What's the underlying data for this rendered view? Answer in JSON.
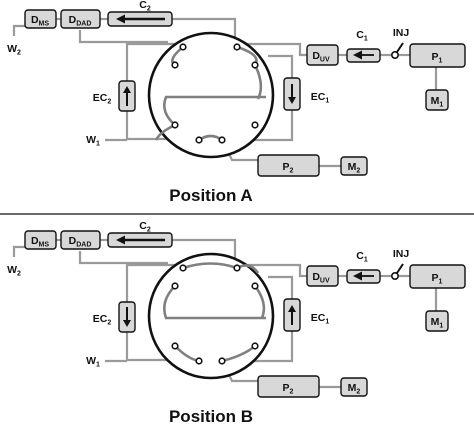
{
  "positions": [
    {
      "title": "Position A",
      "ec2_arrow": "up",
      "ec1_arrow": "down",
      "labels": {
        "dms": {
          "main": "D",
          "sub": "MS"
        },
        "ddad": {
          "main": "D",
          "sub": "DAD"
        },
        "c2": {
          "main": "C",
          "sub": "2"
        },
        "w2": {
          "main": "W",
          "sub": "2"
        },
        "c1": {
          "main": "C",
          "sub": "1"
        },
        "inj": "INJ",
        "duv": {
          "main": "D",
          "sub": "UV"
        },
        "p1": {
          "main": "P",
          "sub": "1"
        },
        "m1": {
          "main": "M",
          "sub": "1"
        },
        "ec2": {
          "main": "EC",
          "sub": "2"
        },
        "ec1": {
          "main": "EC",
          "sub": "1"
        },
        "w1": {
          "main": "W",
          "sub": "1"
        },
        "p2": {
          "main": "P",
          "sub": "2"
        },
        "m2": {
          "main": "M",
          "sub": "2"
        }
      }
    },
    {
      "title": "Position B",
      "ec2_arrow": "down",
      "ec1_arrow": "up",
      "labels": {
        "dms": {
          "main": "D",
          "sub": "MS"
        },
        "ddad": {
          "main": "D",
          "sub": "DAD"
        },
        "c2": {
          "main": "C",
          "sub": "2"
        },
        "w2": {
          "main": "W",
          "sub": "2"
        },
        "c1": {
          "main": "C",
          "sub": "1"
        },
        "inj": "INJ",
        "duv": {
          "main": "D",
          "sub": "UV"
        },
        "p1": {
          "main": "P",
          "sub": "1"
        },
        "m1": {
          "main": "M",
          "sub": "1"
        },
        "ec2": {
          "main": "EC",
          "sub": "2"
        },
        "ec1": {
          "main": "EC",
          "sub": "1"
        },
        "w1": {
          "main": "W",
          "sub": "1"
        },
        "p2": {
          "main": "P",
          "sub": "2"
        },
        "m2": {
          "main": "M",
          "sub": "2"
        }
      }
    }
  ]
}
